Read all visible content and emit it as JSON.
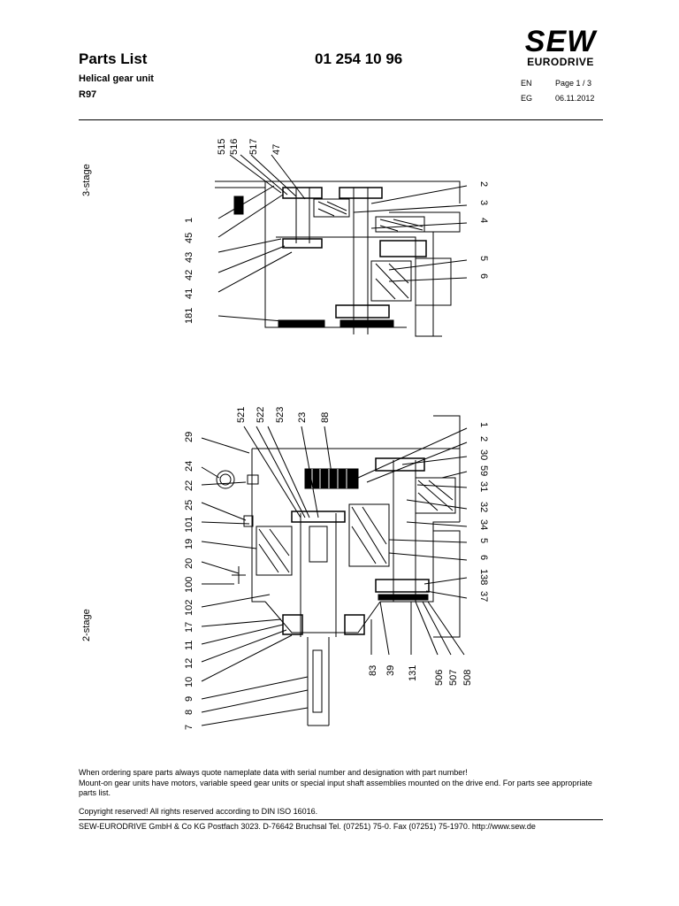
{
  "header": {
    "title": "Parts List",
    "doc_number": "01 254 10 96",
    "subtitle": "Helical gear unit",
    "model": "R97",
    "lang_code": "EN",
    "page": "Page 1 / 3",
    "edition_code": "EG",
    "date": "06.11.2012",
    "logo_top": "SEW",
    "logo_bottom": "EURODRIVE"
  },
  "drawings": [
    {
      "stage_label": "3-stage",
      "top_labels": [
        "515",
        "516",
        "517",
        "47"
      ],
      "left_labels": [
        "1",
        "45",
        "43",
        "42",
        "41",
        "181"
      ],
      "right_labels": [
        "2",
        "3",
        "4",
        "5",
        "6"
      ]
    },
    {
      "stage_label": "2-stage",
      "top_labels": [
        "521",
        "522",
        "523",
        "23",
        "88"
      ],
      "left_labels": [
        "29",
        "24",
        "22",
        "25",
        "101",
        "19",
        "20",
        "100",
        "102",
        "17",
        "11",
        "12",
        "10",
        "9",
        "8",
        "7"
      ],
      "right_labels": [
        "1",
        "2",
        "30",
        "59",
        "31",
        "32",
        "34",
        "5",
        "6",
        "138",
        "37"
      ],
      "bottom_labels": [
        "83",
        "39",
        "131",
        "506",
        "507",
        "508"
      ]
    }
  ],
  "footer": {
    "note1": "When ordering spare parts always quote nameplate data with serial number and designation with part number!",
    "note2": "Mount-on gear units have motors, variable speed gear units or special input shaft assemblies mounted on the drive end. For parts see appropriate parts list.",
    "copyright": "Copyright reserved! All rights reserved according to DIN ISO 16016.",
    "address": "SEW-EURODRIVE GmbH & Co KG Postfach 3023. D-76642 Bruchsal Tel. (07251) 75-0. Fax (07251) 75-1970. http://www.sew.de"
  }
}
